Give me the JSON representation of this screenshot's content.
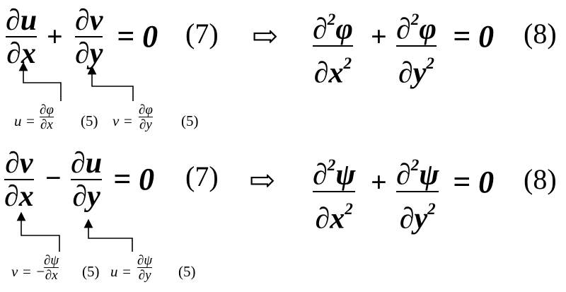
{
  "eq_top": {
    "left_term1": {
      "num": "∂u",
      "den": "∂x"
    },
    "plus": "+",
    "left_term2": {
      "num": "∂v",
      "den": "∂y"
    },
    "equals_zero": "= 0",
    "label_left": "(7)",
    "implies": "⇨",
    "right_term1": {
      "num": "∂²φ",
      "den": "∂x²"
    },
    "right_plus": "+",
    "right_term2": {
      "num": "∂²φ",
      "den": "∂y²"
    },
    "right_equals_zero": "= 0",
    "label_right": "(8)",
    "sub1": {
      "lhs": "u =",
      "num": "∂φ",
      "den": "∂x",
      "label": "(5)"
    },
    "sub2": {
      "lhs": "v =",
      "num": "∂φ",
      "den": "∂y",
      "label": "(5)"
    }
  },
  "eq_bottom": {
    "left_term1": {
      "num": "∂v",
      "den": "∂x"
    },
    "minus": "−",
    "left_term2": {
      "num": "∂u",
      "den": "∂y"
    },
    "equals_zero": "= 0",
    "label_left": "(7)",
    "implies": "⇨",
    "right_term1": {
      "num": "∂²ψ",
      "den": "∂x²"
    },
    "right_plus": "+",
    "right_term2": {
      "num": "∂²ψ",
      "den": "∂y²"
    },
    "right_equals_zero": "= 0",
    "label_right": "(8)",
    "sub1": {
      "lhs": "v = −",
      "num": "∂ψ",
      "den": "∂x",
      "label": "(5)"
    },
    "sub2": {
      "lhs": "u =",
      "num": "∂ψ",
      "den": "∂y",
      "label": "(5)"
    }
  }
}
